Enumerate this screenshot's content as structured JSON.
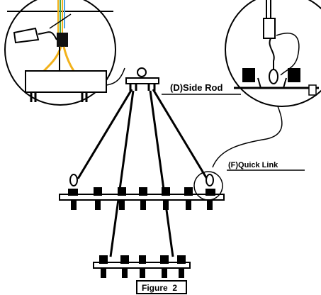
{
  "labels": {
    "side_rod": "(D)Side Rod",
    "quick_link": "(F)Quick Link",
    "figure": "Figure  2"
  },
  "colors": {
    "line": "#000000",
    "wire_yellow": "#f2b21c",
    "wire_green": "#3aa64a",
    "wire_blue": "#4aa3e0",
    "background": "#ffffff"
  }
}
